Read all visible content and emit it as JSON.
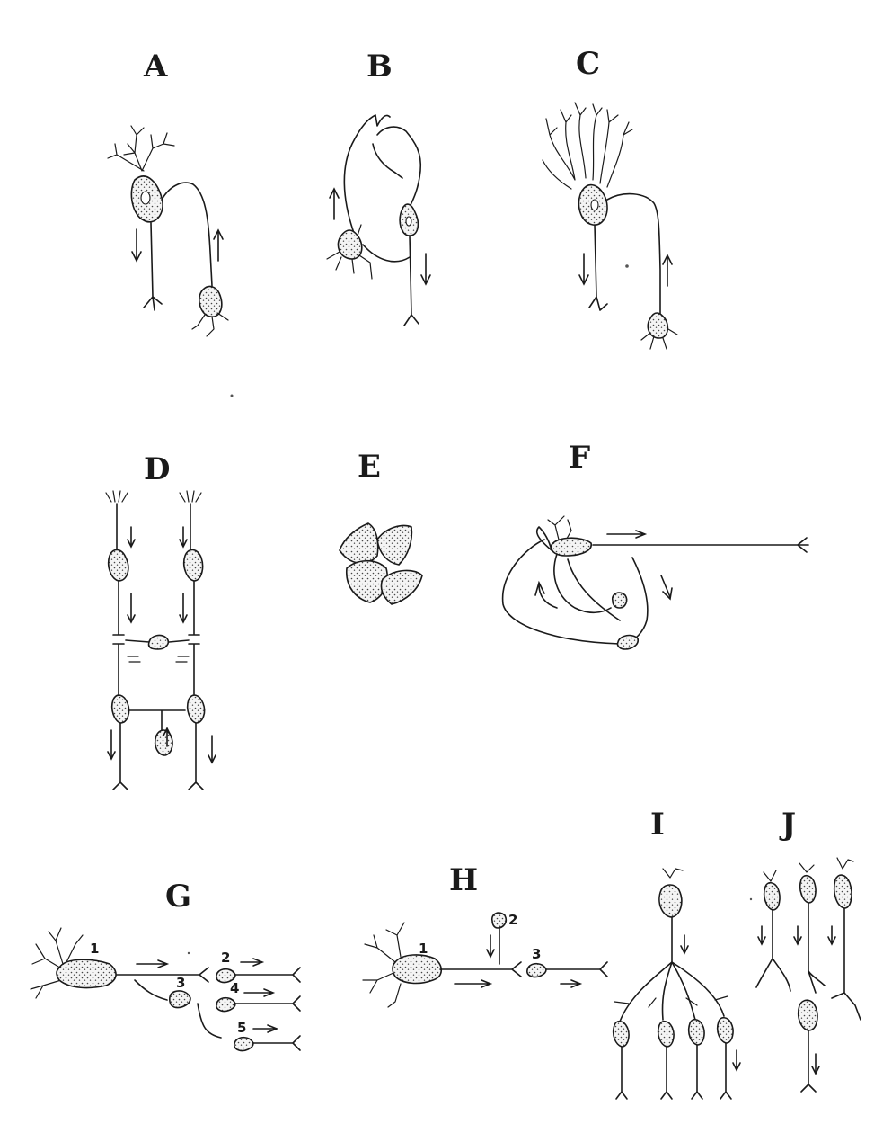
{
  "panels": {
    "A": "A",
    "B": "B",
    "C": "C",
    "D": "D",
    "E": "E",
    "F": "F",
    "G": "G",
    "H": "H",
    "I": "I",
    "J": "J"
  },
  "numbers": {
    "G": [
      "1",
      "2",
      "3",
      "4",
      "5"
    ],
    "H": [
      "1",
      "2",
      "3"
    ]
  },
  "colors": {
    "ink": "#1a1a1a",
    "stipple": "#555555",
    "background": "#ffffff"
  }
}
